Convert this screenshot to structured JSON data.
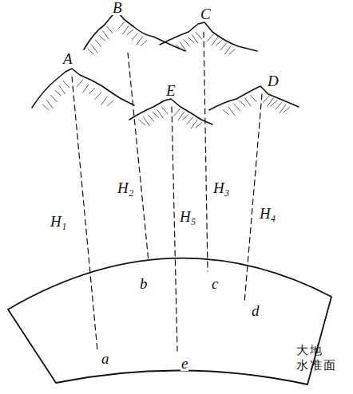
{
  "diagram": {
    "labels": [
      "A",
      "B",
      "C",
      "D",
      "E",
      "H₁",
      "H₂",
      "H₃",
      "H₄",
      "H₅",
      "a",
      "b",
      "c",
      "d",
      "e",
      "大地 水准面"
    ]
  }
}
